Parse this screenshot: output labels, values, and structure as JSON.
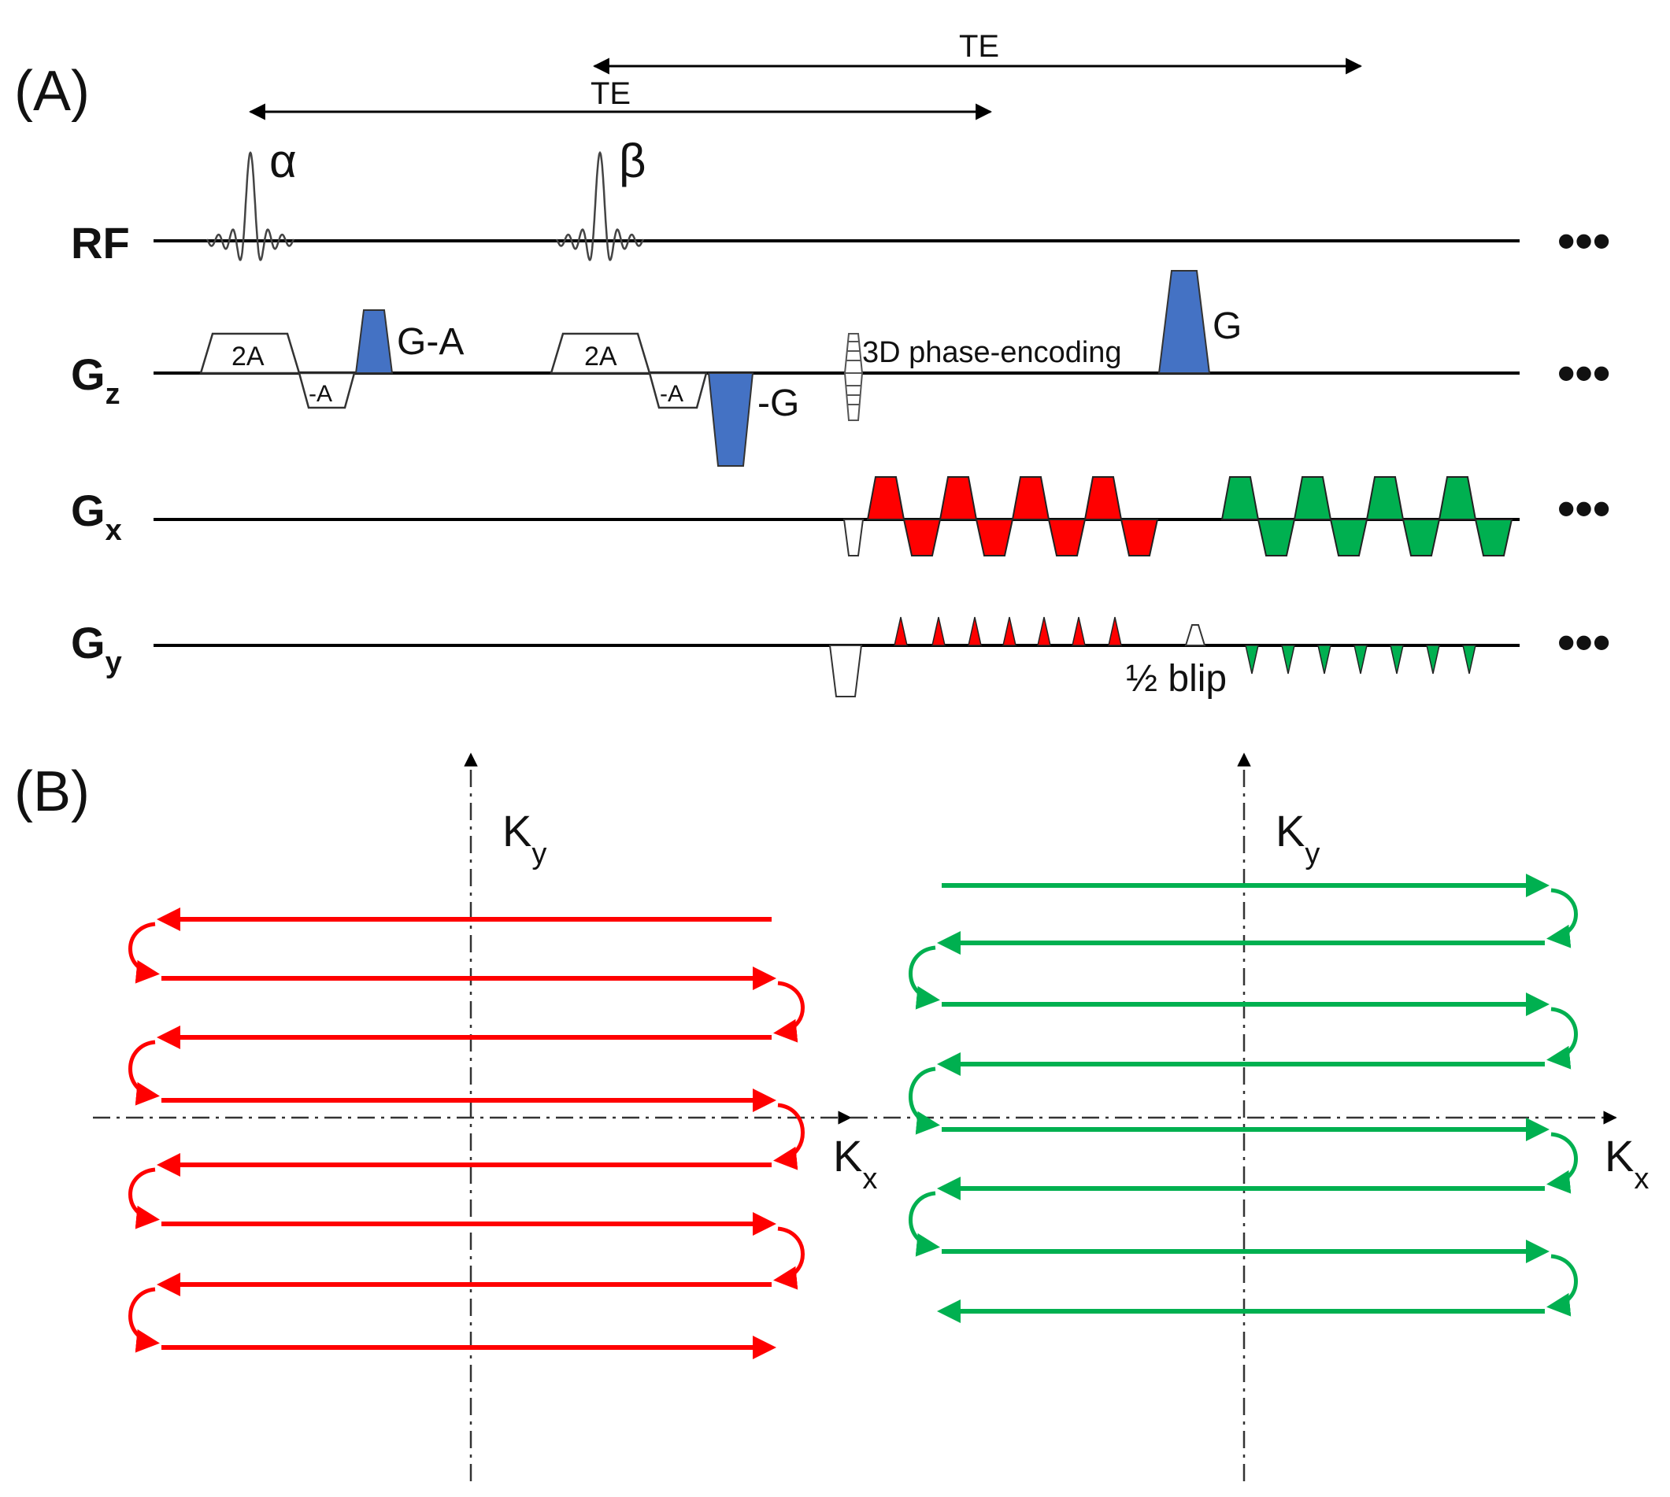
{
  "panel_a": {
    "label": "(A)",
    "te_label_1": "TE",
    "te_label_2": "TE",
    "rf_pulse_1": "α",
    "rf_pulse_2": "β",
    "rows": {
      "rf": {
        "label": "RF",
        "sub": ""
      },
      "gz": {
        "label": "G",
        "sub": "z"
      },
      "gx": {
        "label": "G",
        "sub": "x"
      },
      "gy": {
        "label": "G",
        "sub": "y"
      }
    },
    "gz_labels": {
      "two_a_1": "2A",
      "minus_a_1": "-A",
      "g_minus_a": "G-A",
      "two_a_2": "2A",
      "minus_a_2": "-A",
      "minus_g": "-G",
      "phase_encoding": "3D phase-encoding",
      "g": "G"
    },
    "gy_labels": {
      "half_blip": "½ blip"
    },
    "continuation": "•••",
    "colors": {
      "blue": "#4472C4",
      "red": "#FF0000",
      "green": "#00B050",
      "black": "#000000"
    }
  },
  "panel_b": {
    "label": "(B)",
    "left_plot": {
      "ky_label": "K",
      "ky_sub": "y",
      "kx_label": "K",
      "kx_sub": "x",
      "color": "#FF0000"
    },
    "right_plot": {
      "ky_label": "K",
      "ky_sub": "y",
      "kx_label": "K",
      "kx_sub": "x",
      "color": "#00B050"
    }
  }
}
